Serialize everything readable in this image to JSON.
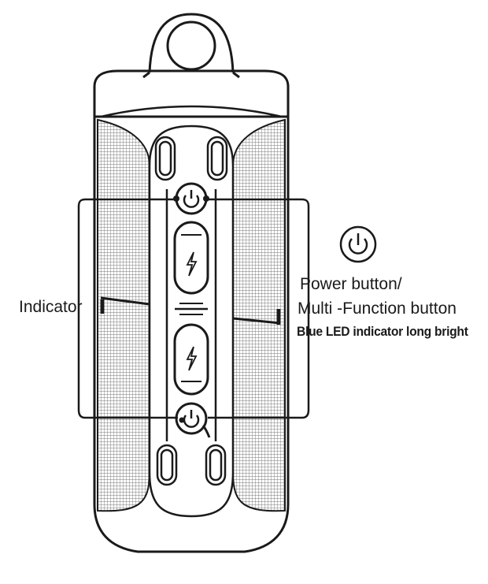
{
  "labels": {
    "indicator": "Indicator",
    "power_line1": "Power button/",
    "power_line2": "Multi -Function button",
    "led_status": "Blue LED indicator long bright"
  },
  "icons": {
    "power_symbol": "power-icon",
    "charge_symbol": "lightning-icon"
  },
  "colors": {
    "line": "#1a1a1a",
    "grille": "#6e6e6e",
    "background": "#ffffff"
  }
}
